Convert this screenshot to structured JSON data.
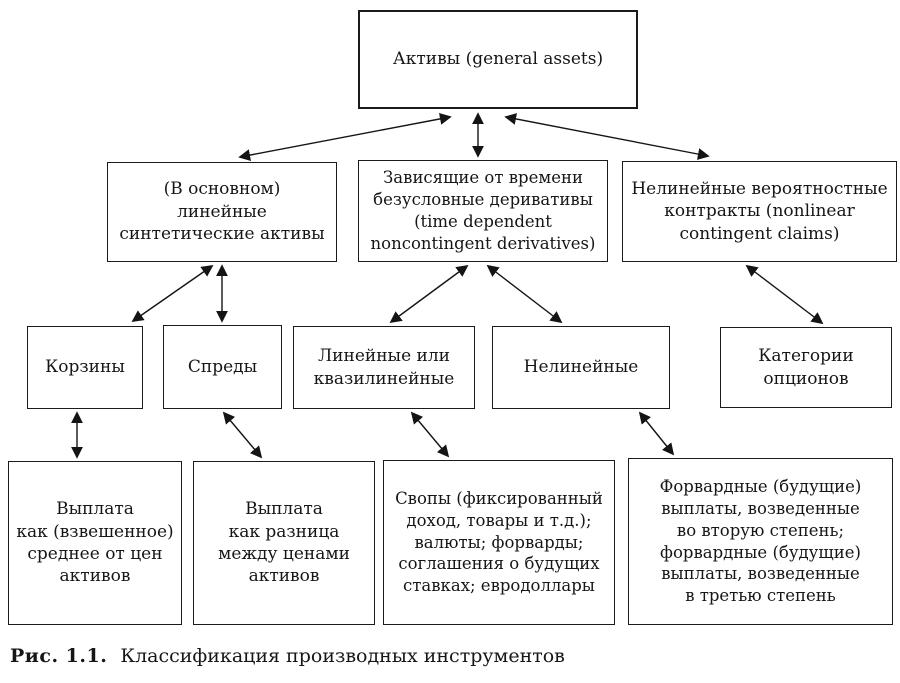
{
  "colors": {
    "line": "#1b1b1b",
    "background": "#ffffff",
    "text": "#161616"
  },
  "diagram": {
    "type": "hierarchy-flowchart",
    "arrow_style": "double-headed",
    "nodes": [
      {
        "id": "general-assets",
        "label": "Активы (general assets)"
      },
      {
        "id": "mostly-linear-synthetic-assets",
        "label": "(В основном)\nлинейные\nсинтетические активы"
      },
      {
        "id": "time-dependent-noncontingent",
        "label": "Зависящие от времени\nбезусловные деривативы\n(time dependent\nnoncontingent derivatives)"
      },
      {
        "id": "nonlinear-contingent-claims",
        "label": "Нелинейные вероятностные\nконтракты (nonlinear\ncontingent claims)"
      },
      {
        "id": "baskets",
        "label": "Корзины"
      },
      {
        "id": "spreads",
        "label": "Спреды"
      },
      {
        "id": "linear-or-quasilinear",
        "label": "Линейные или\nквазилинейные"
      },
      {
        "id": "nonlinear",
        "label": "Нелинейные"
      },
      {
        "id": "option-categories",
        "label": "Категории\nопционов"
      },
      {
        "id": "payout-weighted-average",
        "label": "Выплата\nкак (взвешенное)\nсреднее от цен\nактивов"
      },
      {
        "id": "payout-price-difference",
        "label": "Выплата\nкак разница\nмежду ценами\nактивов"
      },
      {
        "id": "swaps-forwards-fras",
        "label": "Свопы (фиксированный\nдоход, товары и т.д.);\nвалюты; форварды;\nсоглашения о будущих\nставках; евродоллары"
      },
      {
        "id": "forward-payouts-powers",
        "label": "Форвардные (будущие)\nвыплаты, возведенные\nво вторую степень;\nфорвардные (будущие)\nвыплаты, возведенные\nв третью степень"
      }
    ],
    "edges": [
      {
        "from": "general-assets",
        "to": "mostly-linear-synthetic-assets",
        "bidirectional": true
      },
      {
        "from": "general-assets",
        "to": "time-dependent-noncontingent",
        "bidirectional": true
      },
      {
        "from": "general-assets",
        "to": "nonlinear-contingent-claims",
        "bidirectional": true
      },
      {
        "from": "mostly-linear-synthetic-assets",
        "to": "baskets",
        "bidirectional": true
      },
      {
        "from": "mostly-linear-synthetic-assets",
        "to": "spreads",
        "bidirectional": true
      },
      {
        "from": "time-dependent-noncontingent",
        "to": "linear-or-quasilinear",
        "bidirectional": true
      },
      {
        "from": "time-dependent-noncontingent",
        "to": "nonlinear",
        "bidirectional": true
      },
      {
        "from": "nonlinear-contingent-claims",
        "to": "option-categories",
        "bidirectional": true
      },
      {
        "from": "baskets",
        "to": "payout-weighted-average",
        "bidirectional": true
      },
      {
        "from": "spreads",
        "to": "payout-price-difference",
        "bidirectional": true
      },
      {
        "from": "linear-or-quasilinear",
        "to": "swaps-forwards-fras",
        "bidirectional": true
      },
      {
        "from": "nonlinear",
        "to": "forward-payouts-powers",
        "bidirectional": true
      }
    ],
    "caption": {
      "figure_label": "Рис. 1.1.",
      "text": "Классификация производных инструментов"
    }
  }
}
